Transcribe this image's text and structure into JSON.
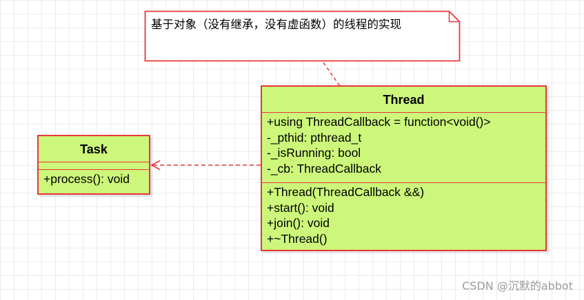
{
  "note": {
    "text": "基于对象（没有继承，没有虚函数）的线程的实现"
  },
  "classes": {
    "task": {
      "name": "Task",
      "attributes": [],
      "methods": [
        "+process(): void"
      ]
    },
    "thread": {
      "name": "Thread",
      "attributes": [
        "+using ThreadCallback = function<void()>",
        "-_pthid: pthread_t",
        "-_isRunning: bool",
        "-_cb: ThreadCallback"
      ],
      "methods": [
        "+Thread(ThreadCallback &&)",
        "+start(): void",
        "+join(): void",
        "+~Thread()"
      ]
    }
  },
  "colors": {
    "class_fill": "#ccf77a",
    "border": "#e8363a",
    "note_fill": "#ffffff",
    "watermark": "#9a9a9a"
  },
  "watermark": "CSDN @沉默的abbot"
}
